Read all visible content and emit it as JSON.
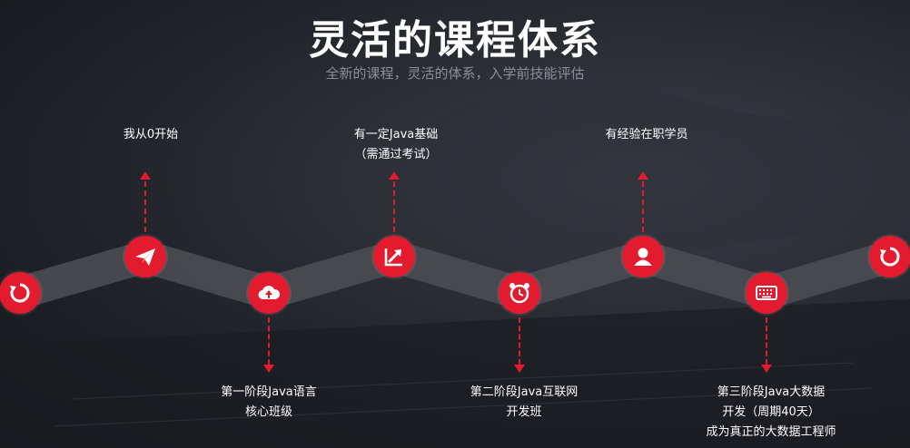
{
  "header": {
    "title": "灵活的课程体系",
    "subtitle": "全新的课程，灵活的体系，入学前技能评估"
  },
  "colors": {
    "accent": "#e31b2f",
    "band": "#4a4b50",
    "text": "#ffffff",
    "muted": "#8c8f98"
  },
  "nodes": [
    {
      "icon": "restart-icon"
    },
    {
      "icon": "paper-plane-icon"
    },
    {
      "icon": "cloud-upload-icon"
    },
    {
      "icon": "trend-arrow-icon"
    },
    {
      "icon": "alarm-clock-icon"
    },
    {
      "icon": "user-icon"
    },
    {
      "icon": "keyboard-icon"
    },
    {
      "icon": "restart-icon"
    }
  ],
  "labels": {
    "start_zero": "我从0开始",
    "java_base_line1": "有一定Java基础",
    "java_base_line2": "（需通过考试）",
    "experienced": "有经验在职学员",
    "stage1_line1": "第一阶段Java语言",
    "stage1_line2": "核心班级",
    "stage2_line1": "第二阶段Java互联网",
    "stage2_line2": "开发班",
    "stage3_line1": "第三阶段Java大数据",
    "stage3_line2": "开发（周期40天）",
    "stage3_line3": "成为真正的大数据工程师"
  }
}
